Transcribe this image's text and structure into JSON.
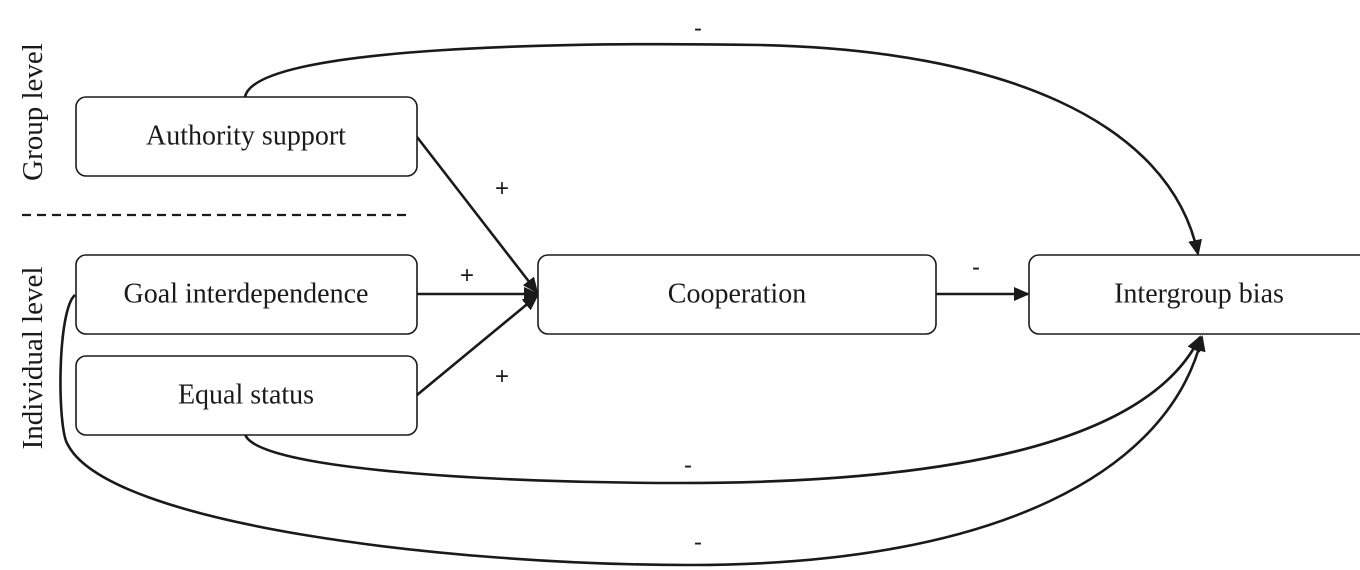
{
  "levels": {
    "group": "Group level",
    "individual": "Individual level"
  },
  "nodes": {
    "authority_support": "Authority support",
    "goal_interdependence": "Goal interdependence",
    "equal_status": "Equal status",
    "cooperation": "Cooperation",
    "intergroup_bias": "Intergroup bias"
  },
  "edges": {
    "authority_to_cooperation": "+",
    "goal_to_cooperation": "+",
    "status_to_cooperation": "+",
    "cooperation_to_bias": "-",
    "authority_to_bias": "-",
    "status_to_bias": "-",
    "goal_to_bias": "-"
  }
}
